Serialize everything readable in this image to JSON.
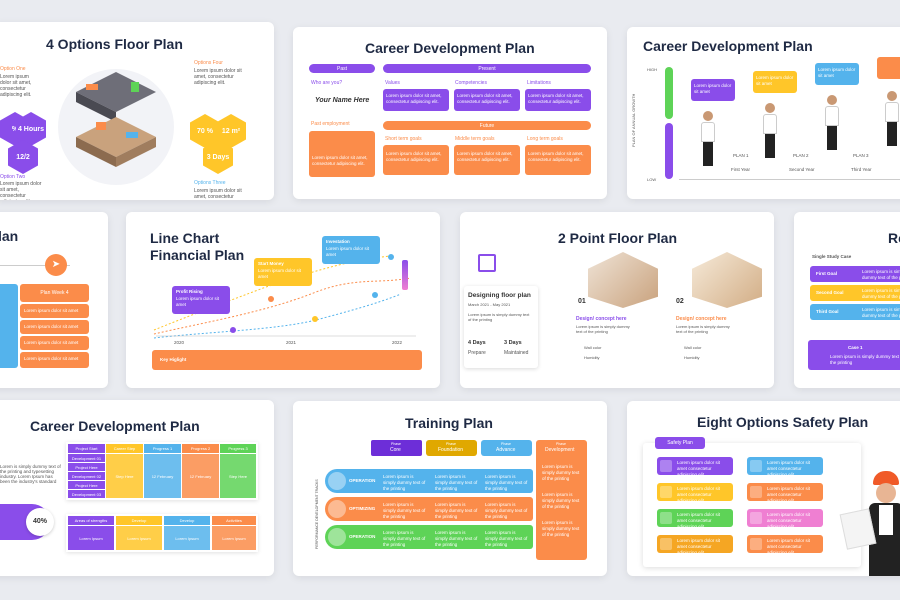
{
  "s1": {
    "title": "4 Options Floor Plan",
    "opt_one": "Option One",
    "opt_two": "Option Two",
    "opt_three": "Options Three",
    "opt_four": "Options Four",
    "hex1": "70 %",
    "hex2": "12 m²",
    "hex3": "3 Days",
    "hex4": "4 Hours",
    "hex5": "12/2",
    "hex6": "%",
    "lorem": "Lorem ipsum dolor sit amet, consectetur adipiscing elit."
  },
  "s2": {
    "title": "Career Development Plan",
    "past": "Past",
    "present": "Present",
    "future": "Future",
    "who": "Who are you?",
    "name": "Your Name Here",
    "values": "Values",
    "competencies": "Competencies",
    "limitations": "Limitations",
    "past_emp": "Past employment",
    "short": "Short term goals",
    "middle": "Middle term goals",
    "long": "Long term goals",
    "lorem": "Lorem ipsum dolor sit amet, consectetur adipiscing elit."
  },
  "s3": {
    "title": "Career Development Plan",
    "high": "HIGH",
    "low": "LOW",
    "axis": "PLAN OF ANNUAL GROWTH",
    "plan1": "PLAN 1",
    "plan2": "PLAN 2",
    "plan3": "PLAN 3",
    "first": "First Year",
    "second": "Second Year",
    "third": "Third Year",
    "lorem": "Lorem ipsum dolor sit amet"
  },
  "s4": {
    "title": "lan",
    "week": "Plan Week 4",
    "lorem": "Lorem ipsum dolor sit amet"
  },
  "s5": {
    "title1": "Line Chart",
    "title2": "Financial Plan",
    "profit": "Profit Rising",
    "start": "Start Money",
    "invest": "Investation",
    "key": "Key Higlight",
    "y2020": "2020",
    "y2021": "2021",
    "y2022": "2022",
    "lorem": "Lorem ipsum dolor sit amet"
  },
  "s6": {
    "title": "2 Point Floor Plan",
    "designing": "Designing floor plan",
    "dates": "March 2021 - May 2021",
    "days1": "4 Days",
    "days2": "3 Days",
    "prepare": "Prepare",
    "maintained": "Maintained",
    "n1": "01",
    "n2": "02",
    "concept1": "Design/ concept here",
    "concept2": "Design/ concept here",
    "wall": "Wall color",
    "humidity": "Humidity",
    "lorem": "Lorem ipsum is simply dummy text of the printing"
  },
  "s7": {
    "title": "Re",
    "single": "Single Study Case",
    "first": "First Goal",
    "second": "Second Goal",
    "third": "Third Goal",
    "case1": "Case 1",
    "lorem": "Lorem ipsum is simply dummy text of the printing"
  },
  "s8": {
    "title": "Career Development Plan",
    "p40": "40%",
    "headers": [
      "Project Start",
      "Career Step",
      "Progress 1",
      "Progress 2",
      "Progress 3"
    ],
    "rows": [
      "Development 01",
      "Project Here",
      "Development 02",
      "Project Here",
      "Development 03"
    ],
    "cellA": "Step Here",
    "cellB": "12 February",
    "areas": "Areas of strengths",
    "develop": "Develop",
    "activities": "Activities",
    "lorem_item": "Lorem Ipsum",
    "lorem": "Lorem is simply dummy text of the printing and typesetting industry. Lorem Ipsum has been the industry's standard"
  },
  "s9": {
    "title": "Training Plan",
    "cols": [
      "Core",
      "Foundation",
      "Advance",
      "Development"
    ],
    "phase": "Phase",
    "rows": [
      "OPERATION",
      "OPTIMIZING",
      "OPERATION"
    ],
    "axis": "PERFORMANCE DEVELOPMENT TRACKS",
    "lorem": "Lorem ipsum is simply dummy text of the printing"
  },
  "s10": {
    "title": "Eight Options Safety Plan",
    "tag": "Safety Plan",
    "lorem": "Lorem ipsum dolor sit amet consectetur adipiscing elit."
  },
  "colors": {
    "purple": "#8a4dea",
    "orange": "#fb8c4a",
    "blue": "#54b3ec",
    "yellow": "#ffc629",
    "green": "#5ed357",
    "pink": "#ef7fd2"
  }
}
